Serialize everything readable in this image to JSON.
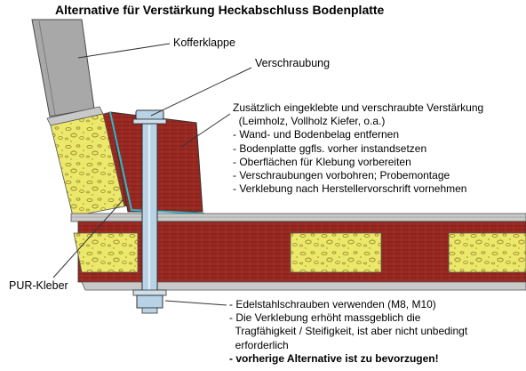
{
  "title": "Alternative für Verstärkung Heckabschluss Bodenplatte",
  "labels": {
    "kofferklappe": "Kofferklappe",
    "verschraubung": "Verschraubung",
    "pur_kleber": "PUR-Kleber"
  },
  "note_top": [
    "Zusätzlich eingeklebte und verschraubte Verstärkung",
    "  (Leimholz, Vollholz Kiefer, o.a.)",
    "- Wand- und Bodenbelag entfernen",
    "- Bodenplatte ggfls. vorher instandsetzen",
    "- Oberflächen für Klebung vorbereiten",
    "- Verschraubungen vorbohren; Probemontage",
    "- Verklebung nach Herstellervorschrift vornehmen"
  ],
  "note_bottom": [
    "- Edelstahlschrauben verwenden (M8, M10)",
    "- Die Verklebung erhöht massgeblich die",
    "  Tragfähigkeit / Steifigkeit, ist aber nicht unbedingt",
    "  erforderlich",
    "- vorherige Alternative ist zu bevorzugen!"
  ],
  "colors": {
    "wood": "#9b2a23",
    "wood_dark": "#6f1a16",
    "foam": "#ece86b",
    "steel": "#b9d3e6",
    "laminate": "#c9c9c9",
    "glue": "#2fb8c8",
    "grey": "#a8a8a8"
  }
}
